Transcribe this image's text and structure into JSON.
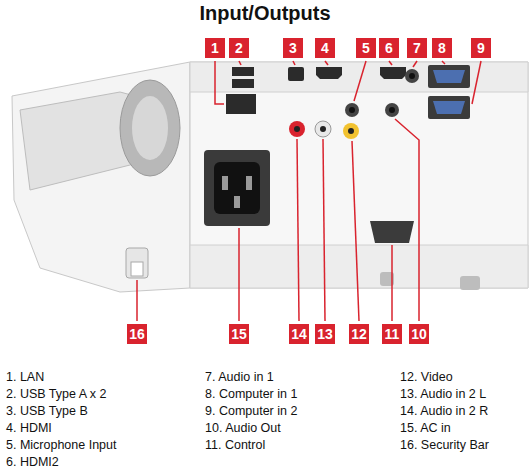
{
  "diagram": {
    "title": "Input/Outputs",
    "labels": [
      "1",
      "2",
      "3",
      "4",
      "5",
      "6",
      "7",
      "8",
      "9",
      "10",
      "11",
      "12",
      "13",
      "14",
      "15",
      "16",
      "1. LAN",
      "2. USB Type A x 2",
      "3. USB Type B",
      "4. HDMI",
      "5. Microphone Input",
      "6. HDMI2",
      "7. Audio in 1",
      "8. Computer in 1",
      "9. Computer in 2",
      "10. Audio Out",
      "11. Control",
      "12. Video",
      "13. Audio in 2 L",
      "14. Audio in 2 R",
      "15. AC in",
      "16. Security Bar"
    ]
  }
}
